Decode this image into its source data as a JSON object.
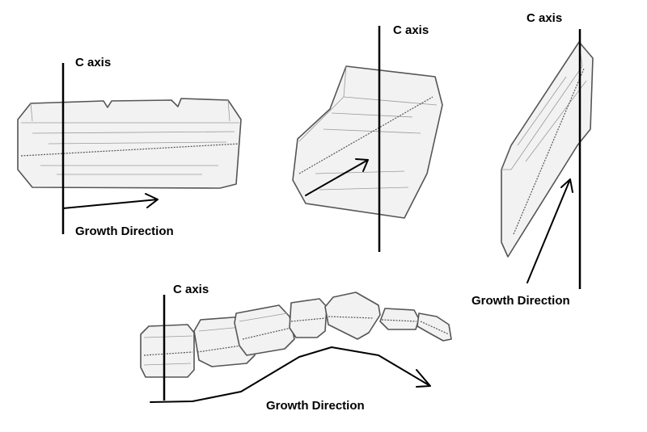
{
  "labels": {
    "c_axis": "C axis",
    "growth_direction": "Growth Direction"
  },
  "panels": [
    {
      "name": "horizontal-crystal",
      "c_axis_label": "C axis",
      "growth_label": "Growth Direction"
    },
    {
      "name": "tilted-crystal",
      "c_axis_label": "C axis"
    },
    {
      "name": "steep-crystal",
      "c_axis_label": "C axis",
      "growth_label": "Growth Direction"
    },
    {
      "name": "crystal-chain",
      "c_axis_label": "C axis",
      "growth_label": "Growth Direction"
    }
  ]
}
